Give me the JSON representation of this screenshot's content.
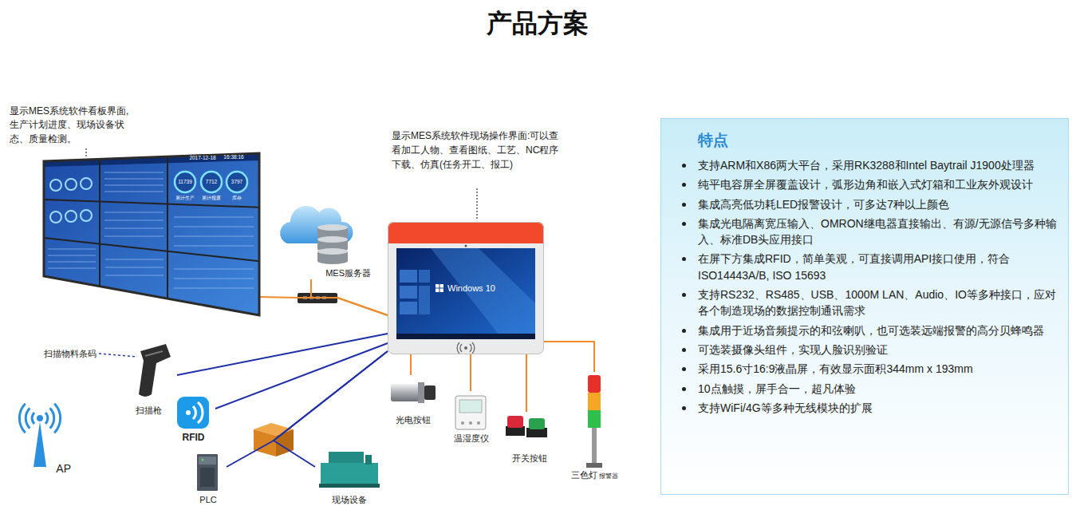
{
  "diagram": {
    "title": "产品方案",
    "nodes": [
      {
        "text": [
          "显示MES系统软件看板界面,生产计划进度、现场设备状态、质量检测。"
        ]
      },
      {
        "text": [
          "MES服务器"
        ]
      },
      {
        "text": [
          "显示MES系统软件现场操作界面:可以查看加工人物、查看图纸、工艺、NC程序下载、仿真(任务开工、报工)",
          "Windows 10"
        ]
      },
      {
        "text": [
          "扫描枪"
        ]
      },
      {
        "text": [
          "RFID"
        ]
      },
      {
        "text": [
          "AP"
        ]
      },
      {
        "text": [
          "PLC"
        ]
      },
      {
        "text": [
          "现场设备"
        ]
      },
      {
        "text": [
          "光电按钮"
        ]
      },
      {
        "text": [
          "温湿度仪"
        ]
      },
      {
        "text": [
          "开关按钮"
        ]
      },
      {
        "text": [
          "三色灯",
          "报警器"
        ]
      },
      {
        "text": [
          "特点",
          "支持ARM和X86两大平台，采用RK3288和Intel Baytrail J1900处理器",
          "纯平电容屏全屏覆盖设计，弧形边角和嵌入式灯箱和工业灰外观设计",
          "集成高亮低功耗LED报警设计，可多达7种以上颜色",
          "集成光电隔离宽压输入、OMRON继电器直接输出、有源/无源信号多种输入、标准DB头应用接口",
          "在屏下方集成RFID，简单美观，可直接调用API接口使用，符合ISO14443A/B, ISO 15693",
          "支持RS232、RS485、USB、1000M LAN、Audio、IO等多种接口，应对各个制造现场的数据控制通讯需求",
          "集成用于近场音频提示的和弦喇叭，也可选装远端报警的高分贝蜂鸣器",
          "可选装摄像头组件，实现人脸识别验证",
          "采用15.6寸16:9液晶屏，有效显示面积344mm x 193mm",
          "10点触摸，屏手合一，超凡体验",
          "支持WiFi/4G等多种无线模块的扩展"
        ]
      }
    ],
    "edges": [
      {
        "from": 0,
        "to": 2,
        "arrow": "none"
      },
      {
        "from": 1,
        "to": 2,
        "arrow": "none"
      },
      {
        "from": 3,
        "to": 2,
        "arrow": "none"
      },
      {
        "from": 4,
        "to": 2,
        "arrow": "none"
      },
      {
        "from": 6,
        "to": 2,
        "arrow": "none"
      },
      {
        "from": 7,
        "to": 2,
        "arrow": "none"
      },
      {
        "from": 2,
        "to": 8,
        "arrow": "none"
      },
      {
        "from": 2,
        "to": 9,
        "arrow": "none"
      },
      {
        "from": 2,
        "to": 10,
        "arrow": "none"
      },
      {
        "from": 2,
        "to": 11,
        "arrow": "none"
      }
    ],
    "labels": [
      "扫描物料条码",
      "2017-12-18",
      "16:38:16",
      "11739",
      "7712",
      "3797",
      "累计生产",
      "累计报废",
      "库存"
    ]
  }
}
